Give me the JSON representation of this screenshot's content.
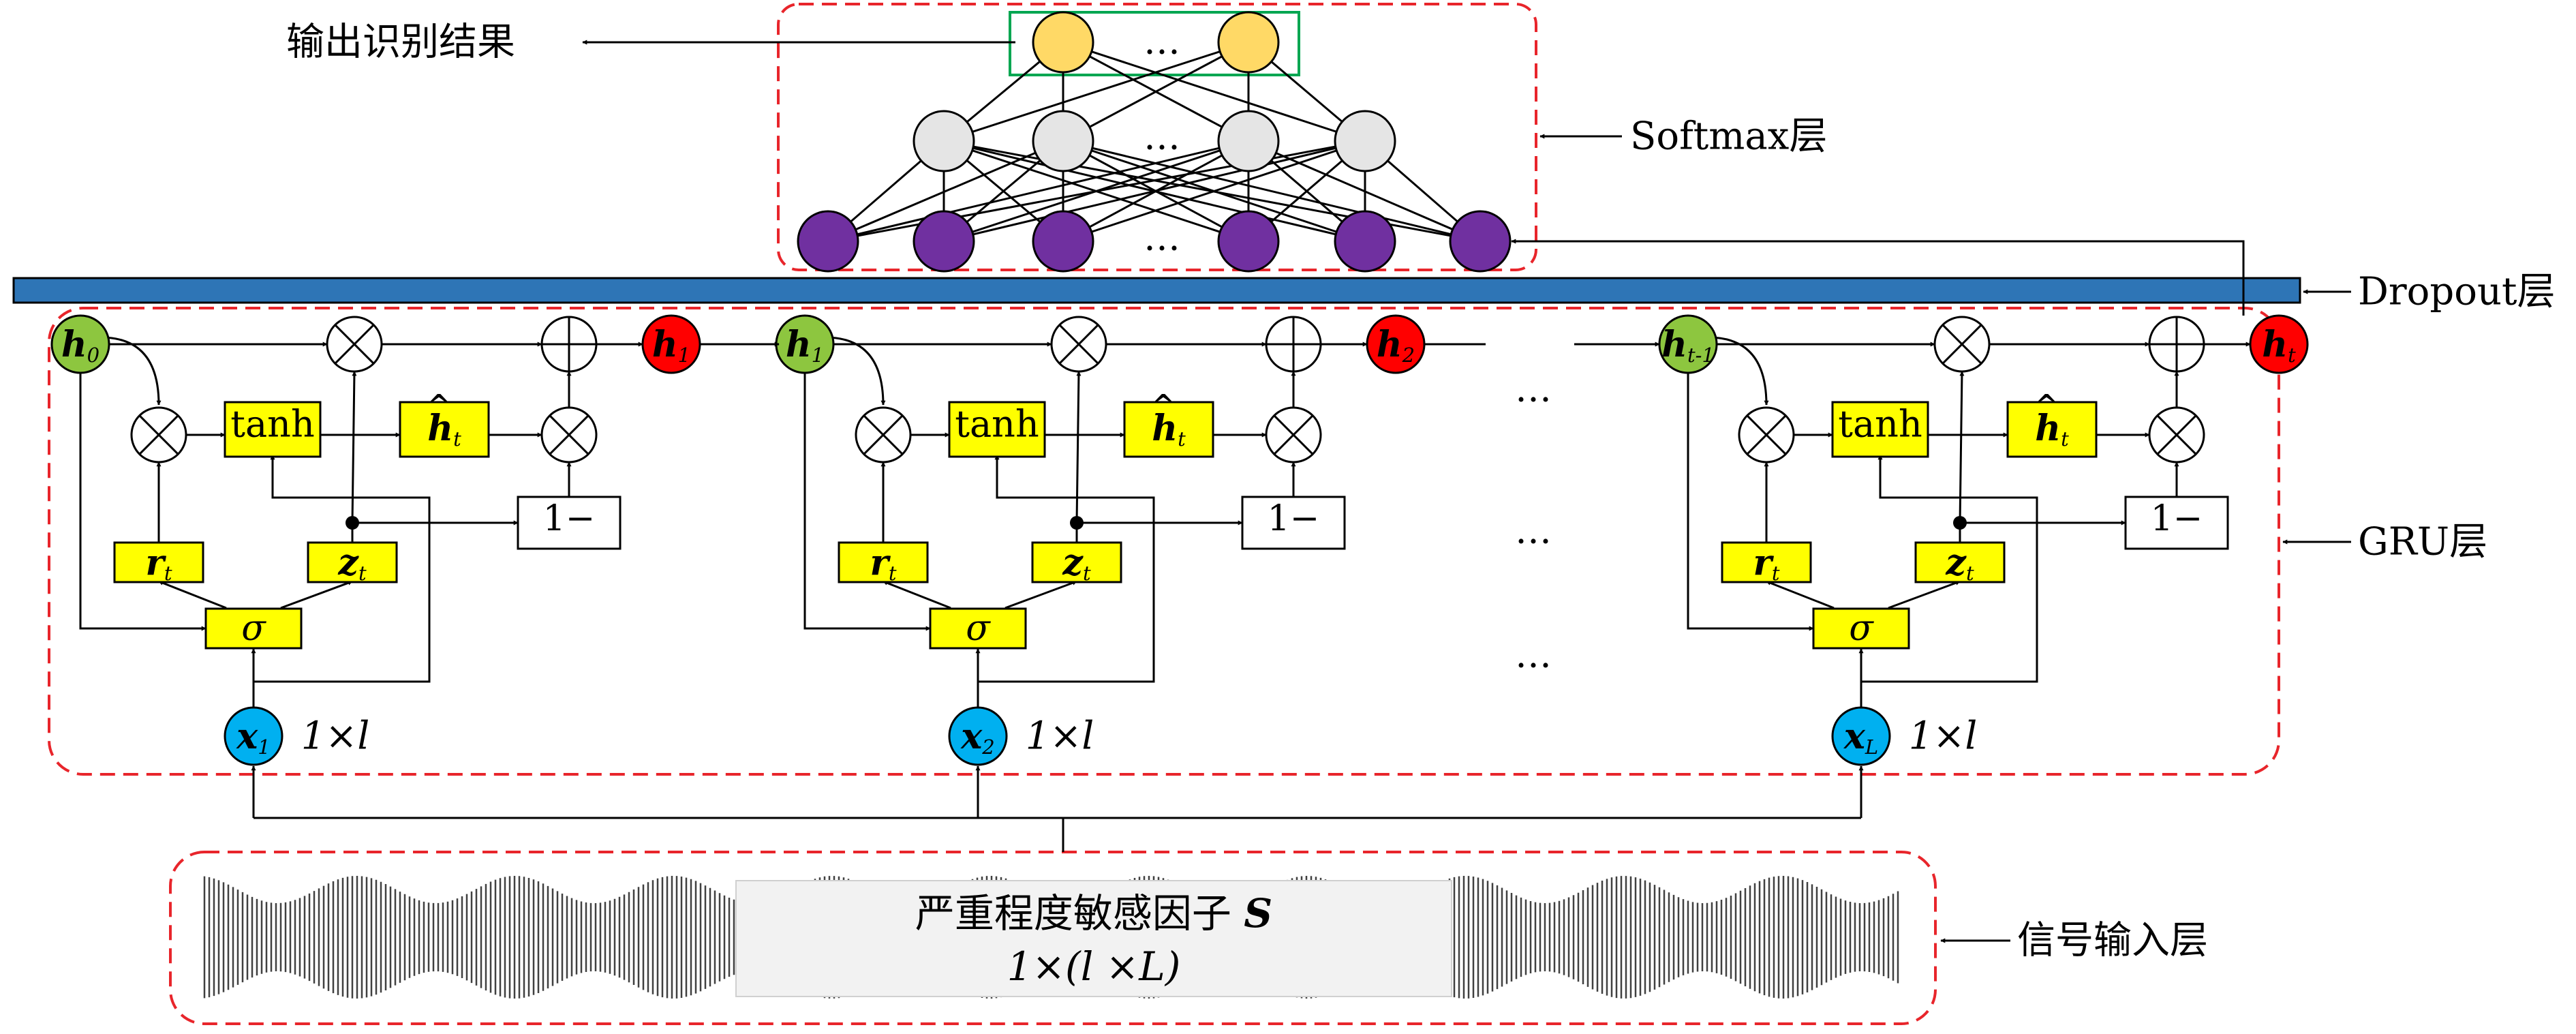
{
  "labels": {
    "output_result": "输出识别结果",
    "softmax_layer": "Softmax层",
    "dropout_layer": "Dropout层",
    "gru_layer": "GRU层",
    "signal_layer": "信号输入层",
    "signal_title": "严重程度敏感因子",
    "signal_symbol": "S",
    "signal_dim": "1×(l ×L)",
    "ellipsis": "…"
  },
  "gru_cells": [
    {
      "h_in": "h",
      "h_in_sub": "0",
      "h_out": "h",
      "h_out_sub": "1",
      "x": "x",
      "x_sub": "1",
      "dim": "1×l"
    },
    {
      "h_in": "h",
      "h_in_sub": "1",
      "h_out": "h",
      "h_out_sub": "2",
      "x": "x",
      "x_sub": "2",
      "dim": "1×l"
    },
    {
      "h_in": "h",
      "h_in_sub": "t-1",
      "h_out": "h",
      "h_out_sub": "t",
      "x": "x",
      "x_sub": "L",
      "dim": "1×l"
    }
  ],
  "gate_labels": {
    "tanh": "tanh",
    "h_hat": "h",
    "h_hat_sub": "t",
    "r": "r",
    "r_sub": "t",
    "z": "z",
    "z_sub": "t",
    "sigma": "σ",
    "one_minus": "1−"
  },
  "colors": {
    "output_node": "#FFD966",
    "hidden_node": "#E5E5E5",
    "input_node": "#7030A0",
    "h_in_node": "#8DC63F",
    "h_out_node": "#FF0000",
    "x_node": "#00B0F0",
    "gate_fill": "#FFFF00",
    "dropout_bar": "#2E75B6",
    "dashed_box": "#E8252B",
    "output_group_box": "#00A651",
    "signal_wave": "#404040"
  },
  "icons": {
    "multiply": "circled-times-icon",
    "add": "circled-plus-icon",
    "arrow": "arrow-icon"
  }
}
